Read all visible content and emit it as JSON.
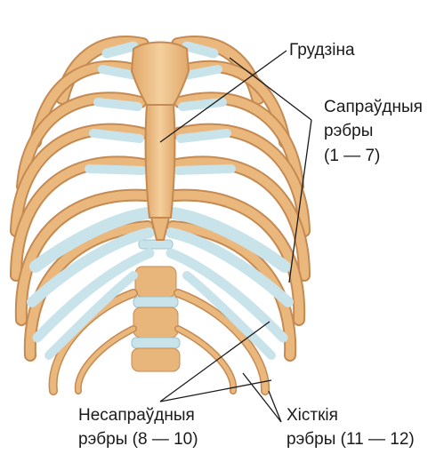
{
  "labels": {
    "sternum": "Грудзіна",
    "true_ribs_line1": "Сапраўдныя",
    "true_ribs_line2": "рэбры",
    "true_ribs_line3": "(1 — 7)",
    "false_ribs_line1": "Несапраўдныя",
    "false_ribs_line2": "рэбры  (8 — 10)",
    "floating_ribs_line1": "Хісткія",
    "floating_ribs_line2": "рэбры (11 — 12)"
  },
  "colors": {
    "bone": "#e8b57a",
    "bone_outline": "#c48a52",
    "bone_light": "#f6d8b0",
    "cartilage": "#c9e3ea",
    "cartilage_outline": "#9fc4ce",
    "leader_line": "#1a1a1a"
  }
}
